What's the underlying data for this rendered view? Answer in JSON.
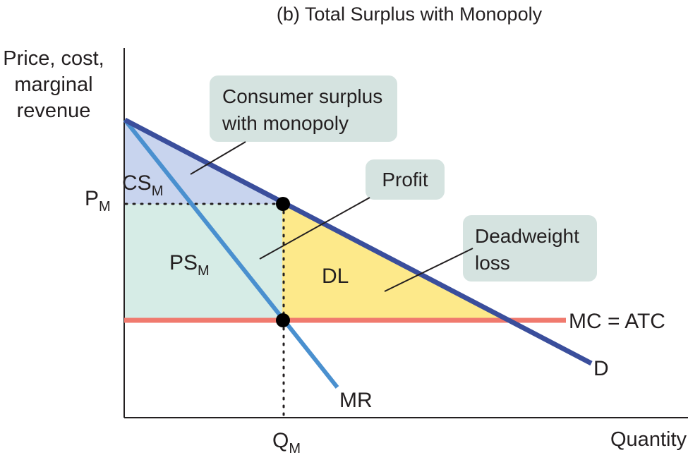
{
  "title": "(b) Total Surplus with Monopoly",
  "y_axis_label": [
    "Price, cost,",
    "marginal",
    "revenue"
  ],
  "x_axis_label": "Quantity",
  "price_label": {
    "main": "P",
    "sub": "M"
  },
  "quantity_label": {
    "main": "Q",
    "sub": "M"
  },
  "regions": {
    "cs": {
      "main": "CS",
      "sub": "M"
    },
    "ps": {
      "main": "PS",
      "sub": "M"
    },
    "dl": "DL"
  },
  "curves": {
    "demand": "D",
    "mr": "MR",
    "mc_atc": "MC = ATC"
  },
  "callouts": {
    "consumer_surplus": [
      "Consumer surplus",
      "with monopoly"
    ],
    "profit": "Profit",
    "deadweight_loss": [
      "Deadweight",
      "loss"
    ]
  },
  "colors": {
    "demand": "#3a4e9c",
    "mr": "#4a90cf",
    "mc": "#f07a6e",
    "cs_fill": "#c8d4ee",
    "ps_fill": "#d6ece6",
    "dl_fill": "#fde98a",
    "callout_fill": "#d5e3e0",
    "ink": "#231f20"
  }
}
